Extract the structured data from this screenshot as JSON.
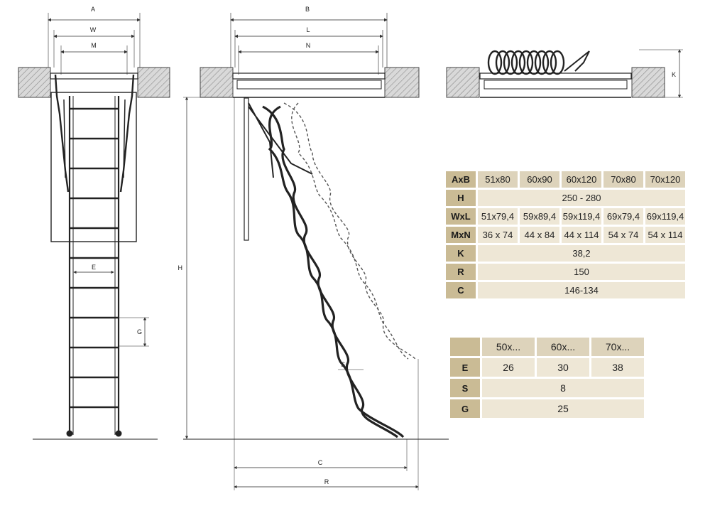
{
  "drawing_labels": {
    "A": "A",
    "W": "W",
    "M": "M",
    "B": "B",
    "L": "L",
    "N": "N",
    "K": "K",
    "H": "H",
    "E": "E",
    "G": "G",
    "S": "S",
    "C": "C",
    "R": "R"
  },
  "table_sizes": {
    "corner": "AxB",
    "columns": [
      "51x80",
      "60x90",
      "60x120",
      "70x80",
      "70x120"
    ],
    "rows": [
      {
        "label": "H",
        "span": "250 - 280"
      },
      {
        "label": "WxL",
        "values": [
          "51x79,4",
          "59x89,4",
          "59x119,4",
          "69x79,4",
          "69x119,4"
        ]
      },
      {
        "label": "MxN",
        "values": [
          "36 x 74",
          "44 x 84",
          "44 x 114",
          "54 x 74",
          "54 x 114"
        ]
      },
      {
        "label": "K",
        "span": "38,2"
      },
      {
        "label": "R",
        "span": "150"
      },
      {
        "label": "C",
        "span": "146-134"
      }
    ]
  },
  "table_steps": {
    "columns": [
      "50x...",
      "60x...",
      "70x..."
    ],
    "rows": [
      {
        "label": "E",
        "values": [
          "26",
          "30",
          "38"
        ]
      },
      {
        "label": "S",
        "span": "8"
      },
      {
        "label": "G",
        "span": "25"
      }
    ]
  }
}
